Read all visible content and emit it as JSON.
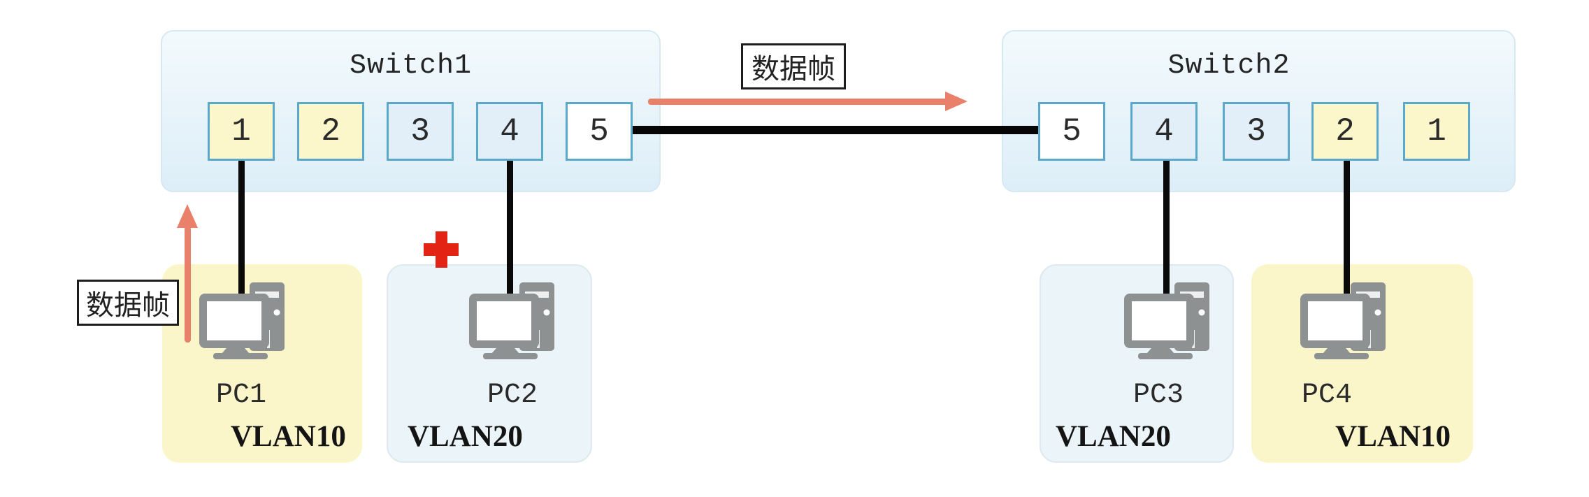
{
  "colors": {
    "port_border": "#5ba8ca",
    "vlan10_fill": "#fbf7ca",
    "vlan20_fill": "#e2eff9",
    "trunk_port_fill": "#ffffff",
    "switch_fill": "#e7f3fa",
    "pc_zone_yellow": "#fbf6c9",
    "pc_zone_blue": "#ebf4f8",
    "cable_black": "#0a0a0a",
    "frame_arrow_salmon": "#e8806a",
    "blocked_red": "#e32414"
  },
  "switches": [
    {
      "name": "Switch1",
      "ports": [
        {
          "label": "1"
        },
        {
          "label": "2"
        },
        {
          "label": "3"
        },
        {
          "label": "4"
        },
        {
          "label": "5"
        }
      ]
    },
    {
      "name": "Switch2",
      "ports": [
        {
          "label": "5"
        },
        {
          "label": "4"
        },
        {
          "label": "3"
        },
        {
          "label": "2"
        },
        {
          "label": "1"
        }
      ]
    }
  ],
  "pcs": [
    {
      "name": "PC1",
      "vlan": "VLAN10"
    },
    {
      "name": "PC2",
      "vlan": "VLAN20"
    },
    {
      "name": "PC3",
      "vlan": "VLAN20"
    },
    {
      "name": "PC4",
      "vlan": "VLAN10"
    }
  ],
  "annotations": {
    "top_frame_label": "数据帧",
    "left_frame_label": "数据帧"
  }
}
